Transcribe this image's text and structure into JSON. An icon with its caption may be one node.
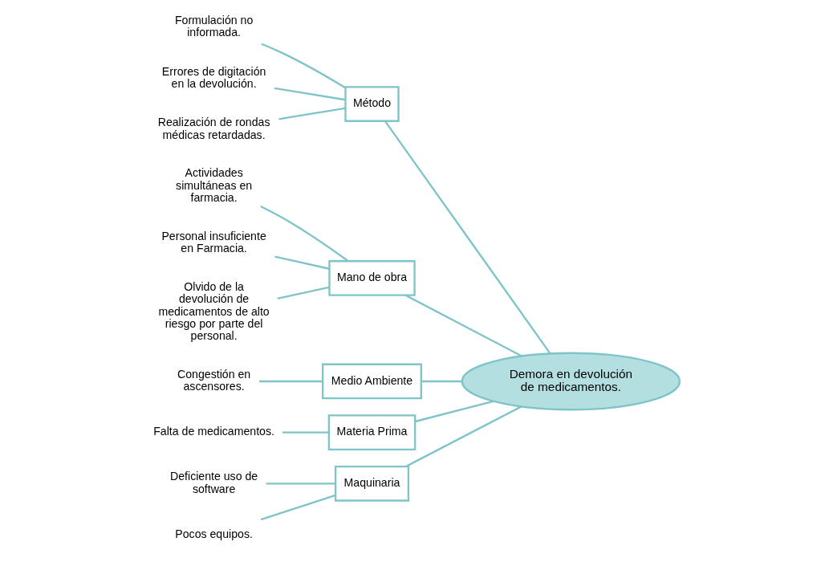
{
  "diagram": {
    "nodes": [
      {
        "text": [
          "Maquinaria"
        ]
      },
      {
        "text": [
          "Método"
        ]
      },
      {
        "text": [
          "Mano de obra"
        ]
      },
      {
        "text": [
          "Medio Ambiente"
        ]
      },
      {
        "text": [
          "Materia Prima"
        ]
      },
      {
        "text": [
          "Demora en devolución de medicamentos."
        ]
      },
      {
        "text": [
          "Deficiente uso de software"
        ]
      },
      {
        "text": [
          "Pocos equipos."
        ]
      },
      {
        "text": [
          "Formulación no informada."
        ]
      },
      {
        "text": [
          "Errores de digitación en la devolución."
        ]
      },
      {
        "text": [
          "Realización de rondas médicas retardadas."
        ]
      },
      {
        "text": [
          "Actividades simultáneas en farmacia."
        ]
      },
      {
        "text": [
          "Personal insuficiente en Farmacia."
        ]
      },
      {
        "text": [
          "Olvido de la devolución de medicamentos de alto riesgo por parte del personal."
        ]
      },
      {
        "text": [
          "Congestión en ascensores."
        ]
      },
      {
        "text": [
          "Falta de medicamentos."
        ]
      }
    ],
    "edges": [
      {
        "from": 0,
        "to": 5,
        "arrow": "none"
      },
      {
        "from": 1,
        "to": 5,
        "arrow": "none"
      },
      {
        "from": 2,
        "to": 5,
        "arrow": "none"
      },
      {
        "from": 3,
        "to": 5,
        "arrow": "none"
      },
      {
        "from": 4,
        "to": 5,
        "arrow": "none"
      },
      {
        "from": 6,
        "to": 0,
        "arrow": "none"
      },
      {
        "from": 7,
        "to": 0,
        "arrow": "none"
      },
      {
        "from": 8,
        "to": 1,
        "arrow": "none"
      },
      {
        "from": 9,
        "to": 1,
        "arrow": "none"
      },
      {
        "from": 10,
        "to": 1,
        "arrow": "none"
      },
      {
        "from": 11,
        "to": 2,
        "arrow": "none"
      },
      {
        "from": 12,
        "to": 2,
        "arrow": "none"
      },
      {
        "from": 13,
        "to": 2,
        "arrow": "none"
      },
      {
        "from": 14,
        "to": 3,
        "arrow": "none"
      },
      {
        "from": 15,
        "to": 4,
        "arrow": "none"
      }
    ]
  }
}
